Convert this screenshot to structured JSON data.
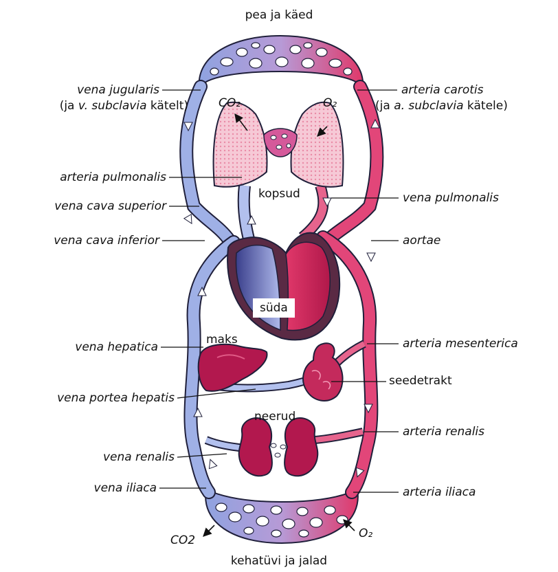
{
  "regions": {
    "top": "pea ja käed",
    "bottom": "kehatüvi ja jalad"
  },
  "organs": {
    "lungs": "kopsud",
    "heart": "süda",
    "liver": "maks",
    "gut": "seedetrakt",
    "kidneys": "neerud"
  },
  "gases": {
    "co2_lung": "CO₂",
    "o2_lung": "O₂",
    "co2_bottom": "CO2",
    "o2_bottom": "O₂"
  },
  "labels_left": {
    "vena_jugularis": "vena jugularis",
    "subclavia_note_pre": "(ja ",
    "subclavia_note_italic": "v. subclavia",
    "subclavia_note_post": " kätelt)",
    "arteria_pulmonalis": "arteria pulmonalis",
    "vena_cava_superior": "vena cava superior",
    "vena_cava_inferior": "vena cava inferior",
    "vena_hepatica": "vena hepatica",
    "vena_portea_hepatis": "vena portea hepatis",
    "vena_renalis": "vena renalis",
    "vena_iliaca": "vena iliaca"
  },
  "labels_right": {
    "arteria_carotis": "arteria carotis",
    "subclavia_note_pre": "(ja ",
    "subclavia_note_italic": "a. subclavia",
    "subclavia_note_post": " kätele)",
    "vena_pulmonalis": "vena pulmonalis",
    "aortae": "aortae",
    "arteria_mesenterica": "arteria mesenterica",
    "arteria_renalis": "arteria renalis",
    "arteria_iliaca": "arteria iliaca"
  },
  "colors": {
    "venous": "#7f93d6",
    "venous_light": "#c9d3f2",
    "arterial": "#e0386a",
    "arterial_light": "#f3a7bd",
    "organ_dark": "#b2184e",
    "outline": "#1f1f3a"
  }
}
